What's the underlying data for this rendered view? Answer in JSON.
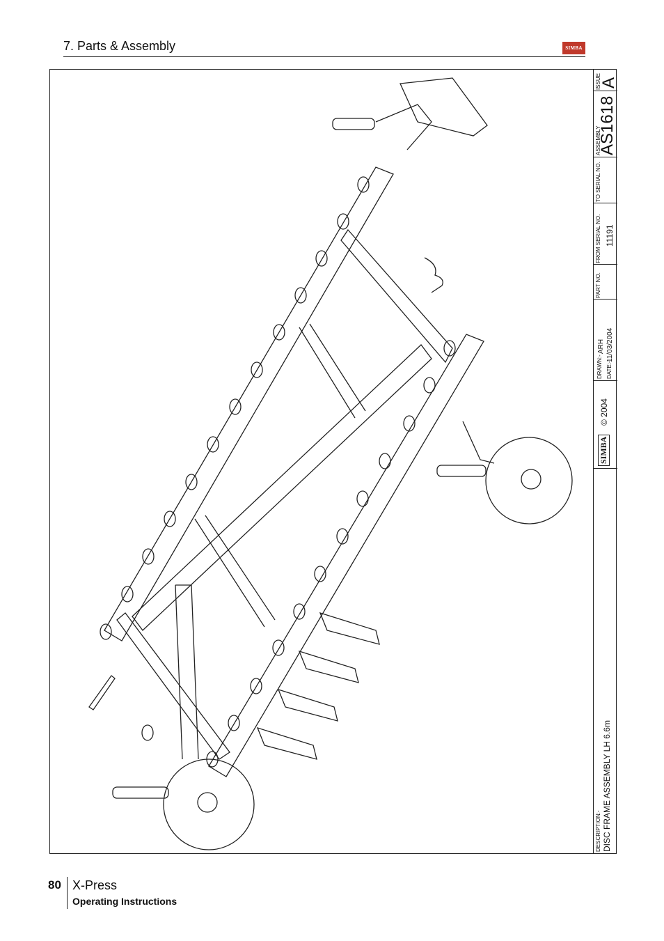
{
  "header": {
    "section_title": "7. Parts & Assembly",
    "logo_text": "SIMBA"
  },
  "title_block": {
    "issue_label": "ISSUE",
    "issue_value": "A",
    "assembly_label": "ASSEMBLY",
    "assembly_value": "AS1618",
    "to_serial_label": "TO SERIAL NO.",
    "from_serial_label": "FROM SERIAL NO.",
    "from_serial_value": "11191",
    "part_no_label": "PART NO.",
    "drawn_label": "DRAWN:-",
    "drawn_value": "ARH",
    "date_label": "DATE:-",
    "date_value": "11/03/2004",
    "copyright": "© 2004",
    "logo_text": "SIMBA",
    "description_label": "DESCRIPTION:-",
    "description_value": "DISC FRAME ASSEMBLY LH 6.6m"
  },
  "footer": {
    "page_number": "80",
    "product": "X-Press",
    "subtitle": "Operating Instructions"
  },
  "colors": {
    "logo_red": "#c0392b",
    "line": "#222222"
  }
}
